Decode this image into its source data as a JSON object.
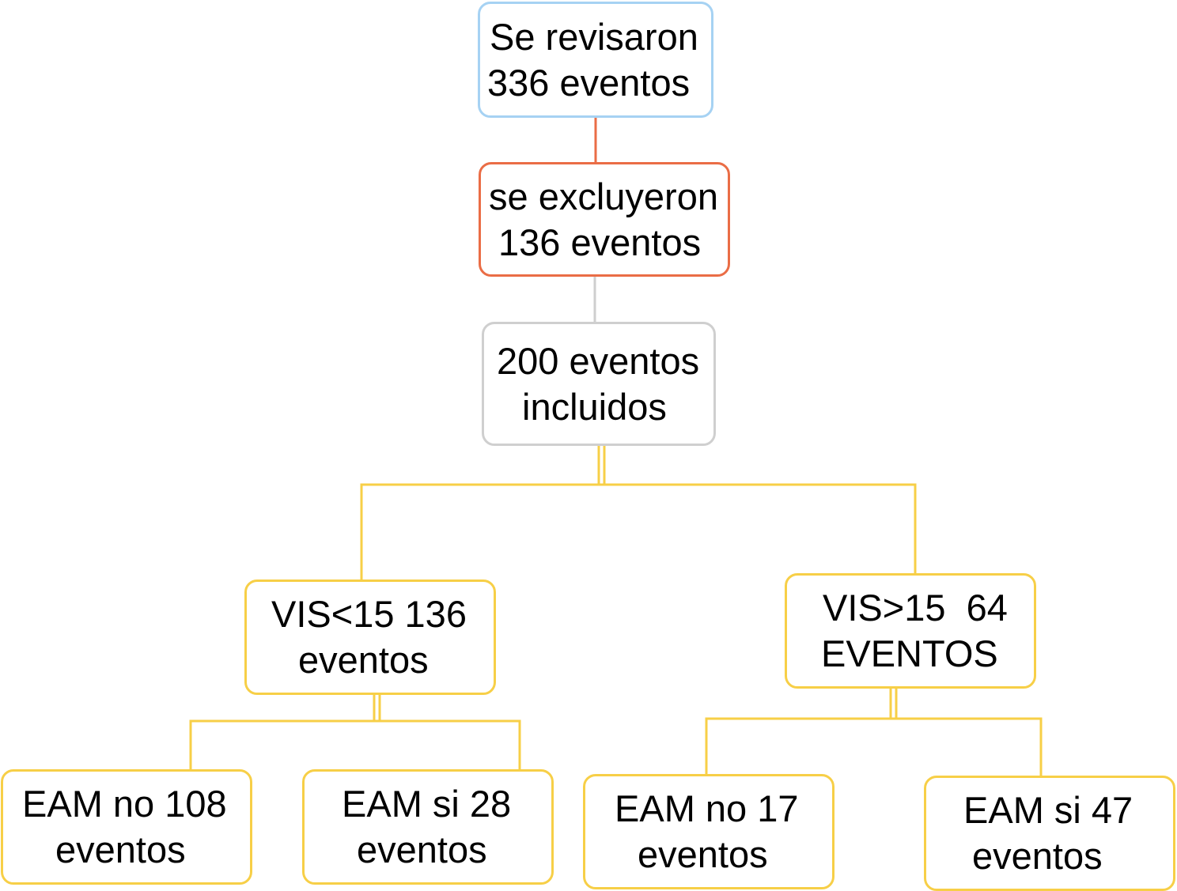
{
  "colors": {
    "reviewed_border": "#a6d2f3",
    "excluded_border": "#ea6d46",
    "included_border": "#cfcfcf",
    "branch_border": "#f7cf47",
    "connector_orange": "#ea6d46",
    "connector_gray": "#cfcfcf",
    "connector_yellow": "#f7cf47"
  },
  "nodes": {
    "reviewed": {
      "line1": "Se revisaron",
      "line2": "336 eventos"
    },
    "excluded": {
      "line1": "se excluyeron",
      "line2": "136 eventos"
    },
    "included": {
      "line1": "200 eventos",
      "line2": "incluidos"
    },
    "vis_low": {
      "line1": "VIS<15 136",
      "line2": "eventos"
    },
    "vis_high": {
      "line1": "VIS>15  64",
      "line2": "EVENTOS"
    },
    "vis_low_eam_no": {
      "line1": "EAM no 108",
      "line2": "eventos"
    },
    "vis_low_eam_si": {
      "line1": "EAM si 28",
      "line2": "eventos"
    },
    "vis_high_eam_no": {
      "line1": "EAM no 17",
      "line2": "eventos"
    },
    "vis_high_eam_si": {
      "line1": "EAM si 47",
      "line2": "eventos"
    }
  }
}
